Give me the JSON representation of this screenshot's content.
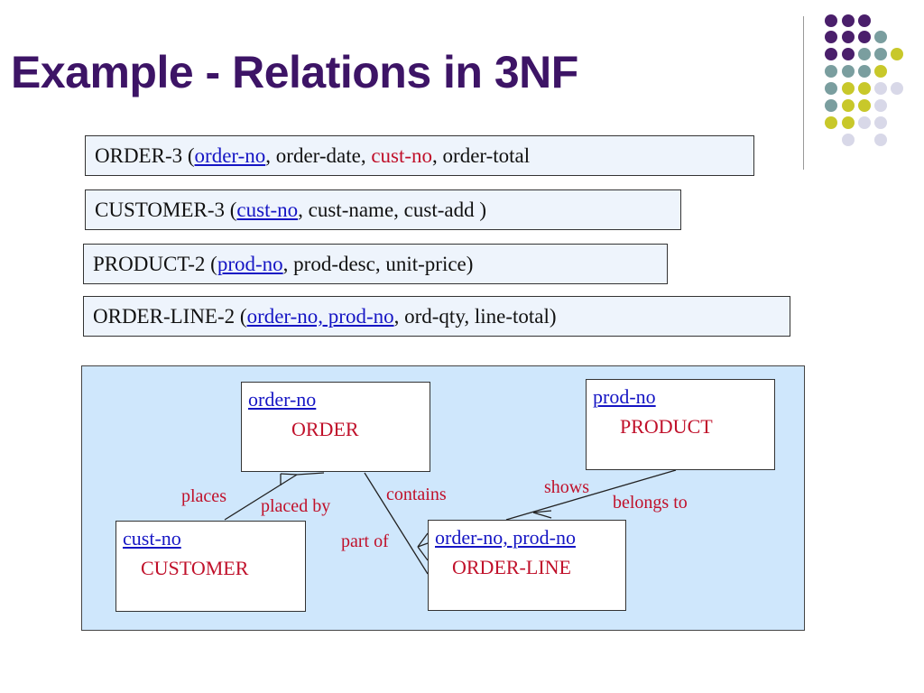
{
  "slide": {
    "title": "Example - Relations in 3NF"
  },
  "decoration": {
    "colors": {
      "purple": "#4a1f6b",
      "teal": "#7a9e9f",
      "olive": "#c8c82a",
      "lilac": "#d8d8e8"
    }
  },
  "relations": [
    {
      "name": "ORDER-3",
      "open": " (",
      "primary_key": "order-no",
      "sep1": ", ",
      "attr1": "order-date",
      "sep2": ", ",
      "foreign_key": "cust-no",
      "rest": ", order-total"
    },
    {
      "name": "CUSTOMER-3",
      "open": " (",
      "primary_key": "cust-no",
      "rest": ", cust-name, cust-add )"
    },
    {
      "name": "PRODUCT-2",
      "open": " (",
      "primary_key": "prod-no",
      "rest": ", prod-desc, unit-price)"
    },
    {
      "name": "ORDER-LINE-2",
      "open": " (",
      "primary_key": "order-no, prod-no",
      "rest": ", ord-qty, line-total)"
    }
  ],
  "erd": {
    "entities": {
      "order": {
        "key": "order-no",
        "name": "ORDER"
      },
      "product": {
        "key": "prod-no",
        "name": "PRODUCT"
      },
      "customer": {
        "key": "cust-no",
        "name": "CUSTOMER"
      },
      "order_line": {
        "key": "order-no, prod-no",
        "name": "ORDER-LINE"
      }
    },
    "relationships": {
      "places": "places",
      "placed_by": "placed by",
      "contains": "contains",
      "part_of": "part of",
      "shows": "shows",
      "belongs_to": "belongs to"
    }
  }
}
